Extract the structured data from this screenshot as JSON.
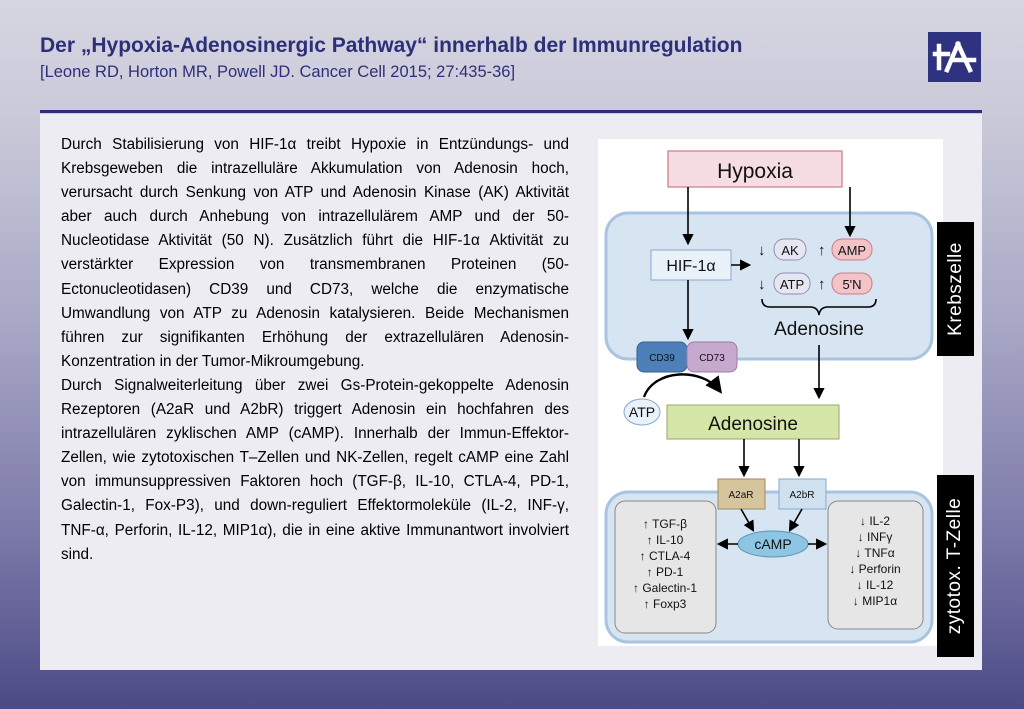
{
  "header": {
    "title": "Der „Hypoxia-Adenosinergic Pathway“ innerhalb der Immunregulation",
    "citation": "[Leone RD, Horton MR, Powell JD. Cancer Cell 2015; 27:435-36]"
  },
  "body": {
    "paragraph1": "Durch Stabilisierung von HIF-1α treibt Hypoxie in Entzündungs- und Krebsgeweben die intrazelluläre Akkumulation von Adenosin hoch, verursacht durch Senkung von ATP und Adenosin Kinase (AK) Aktivität aber auch durch Anhebung von intrazellulärem AMP und der 50-Nucleotidase Aktivität (50 N). Zusätzlich führt die HIF-1α Aktivität zu verstärkter Expression von transmembranen Proteinen (50-Ectonucleotidasen) CD39 und CD73, welche die enzymatische Umwandlung von ATP zu Adenosin katalysieren. Beide Mechanismen führen zur signifikanten Erhöhung der extrazellulären Adenosin-Konzentration in der Tumor-Mikroumgebung.",
    "paragraph2": "Durch Signalweiterleitung über zwei Gs-Protein-gekoppelte Adenosin Rezeptoren (A2aR und A2bR) triggert Adenosin ein hochfahren des intrazellulären zyklischen AMP (cAMP). Innerhalb der Immun-Effektor-Zellen, wie zytotoxischen T–Zellen und NK-Zellen, regelt cAMP eine Zahl von immunsuppressiven Faktoren hoch (TGF-β, IL-10, CTLA-4, PD-1, Galectin-1, Fox-P3), und down-reguliert Effektormoleküle (IL-2, INF-γ, TNF-α, Perforin, IL-12, MIP1α), die in eine aktive Immunantwort involviert sind."
  },
  "diagram": {
    "hypoxia": "Hypoxia",
    "hif": "HIF-1α",
    "ak": "AK",
    "amp": "AMP",
    "atp_in": "ATP",
    "nucleotidase": "5'N",
    "down_arrow": "↓",
    "up_arrow": "↑",
    "adenosine_intra": "Adenosine",
    "cd39": "CD39",
    "cd73": "CD73",
    "atp_out": "ATP",
    "adenosine_extra": "Adenosine",
    "a2ar": "A2aR",
    "a2br": "A2bR",
    "camp": "cAMP",
    "upregulated": [
      "↑ TGF-β",
      "↑ IL-10",
      "↑ CTLA-4",
      "↑ PD-1",
      "↑ Galectin-1",
      "↑ Foxp3"
    ],
    "downregulated": [
      "↓ IL-2",
      "↓ INFγ",
      "↓ TNFα",
      "↓ Perforin",
      "↓ IL-12",
      "↓ MIP1α"
    ],
    "label_tumor": "Krebszelle",
    "label_tcell": "zytotox. T-Zelle"
  },
  "colors": {
    "title": "#2e2f79",
    "hypoxia_box": "#f6dde2",
    "cell": "#d7e5f3",
    "hif_box": "#e9f1f9",
    "amp_box": "#f3c3c7",
    "ak_box": "#e6e6f1",
    "adenosine_box": "#d5e6a8",
    "cd39": "#4d7fb9",
    "cd73": "#c7a8cf",
    "a2ar": "#d6c59c",
    "a2br": "#cfe0ef",
    "camp": "#8ec5e3"
  }
}
